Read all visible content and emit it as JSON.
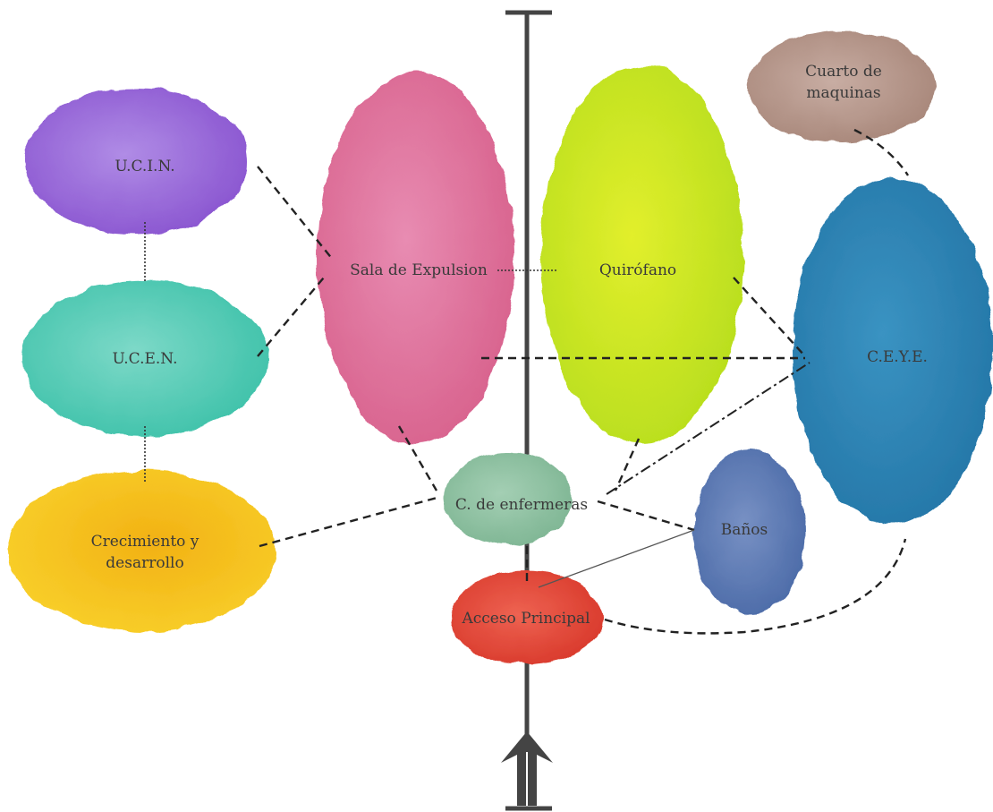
{
  "diagram": {
    "areas": [
      {
        "id": "ucin",
        "label": "U.C.I.N.",
        "color": "#9b6ad9"
      },
      {
        "id": "ucen",
        "label": "U.C.E.N.",
        "color": "#4fcdb7"
      },
      {
        "id": "crecimiento",
        "label": "Crecimiento y\ndesarrollo",
        "color": "#f6c217"
      },
      {
        "id": "expulsion",
        "label": "Sala de Expulsion",
        "color": "#e0709a"
      },
      {
        "id": "quirofano",
        "label": "Quirófano",
        "color": "#cfe622"
      },
      {
        "id": "maquinas",
        "label": "Cuarto de\nmaquinas",
        "color": "#b8998c"
      },
      {
        "id": "ceye",
        "label": "C.E.Y.E.",
        "color": "#2f86b6"
      },
      {
        "id": "enfermeras",
        "label": "C. de enfermeras",
        "color": "#8cc09f"
      },
      {
        "id": "banos",
        "label": "Baños",
        "color": "#5b7bb3"
      },
      {
        "id": "acceso",
        "label": "Acceso Principal",
        "color": "#e34b3c"
      }
    ]
  }
}
